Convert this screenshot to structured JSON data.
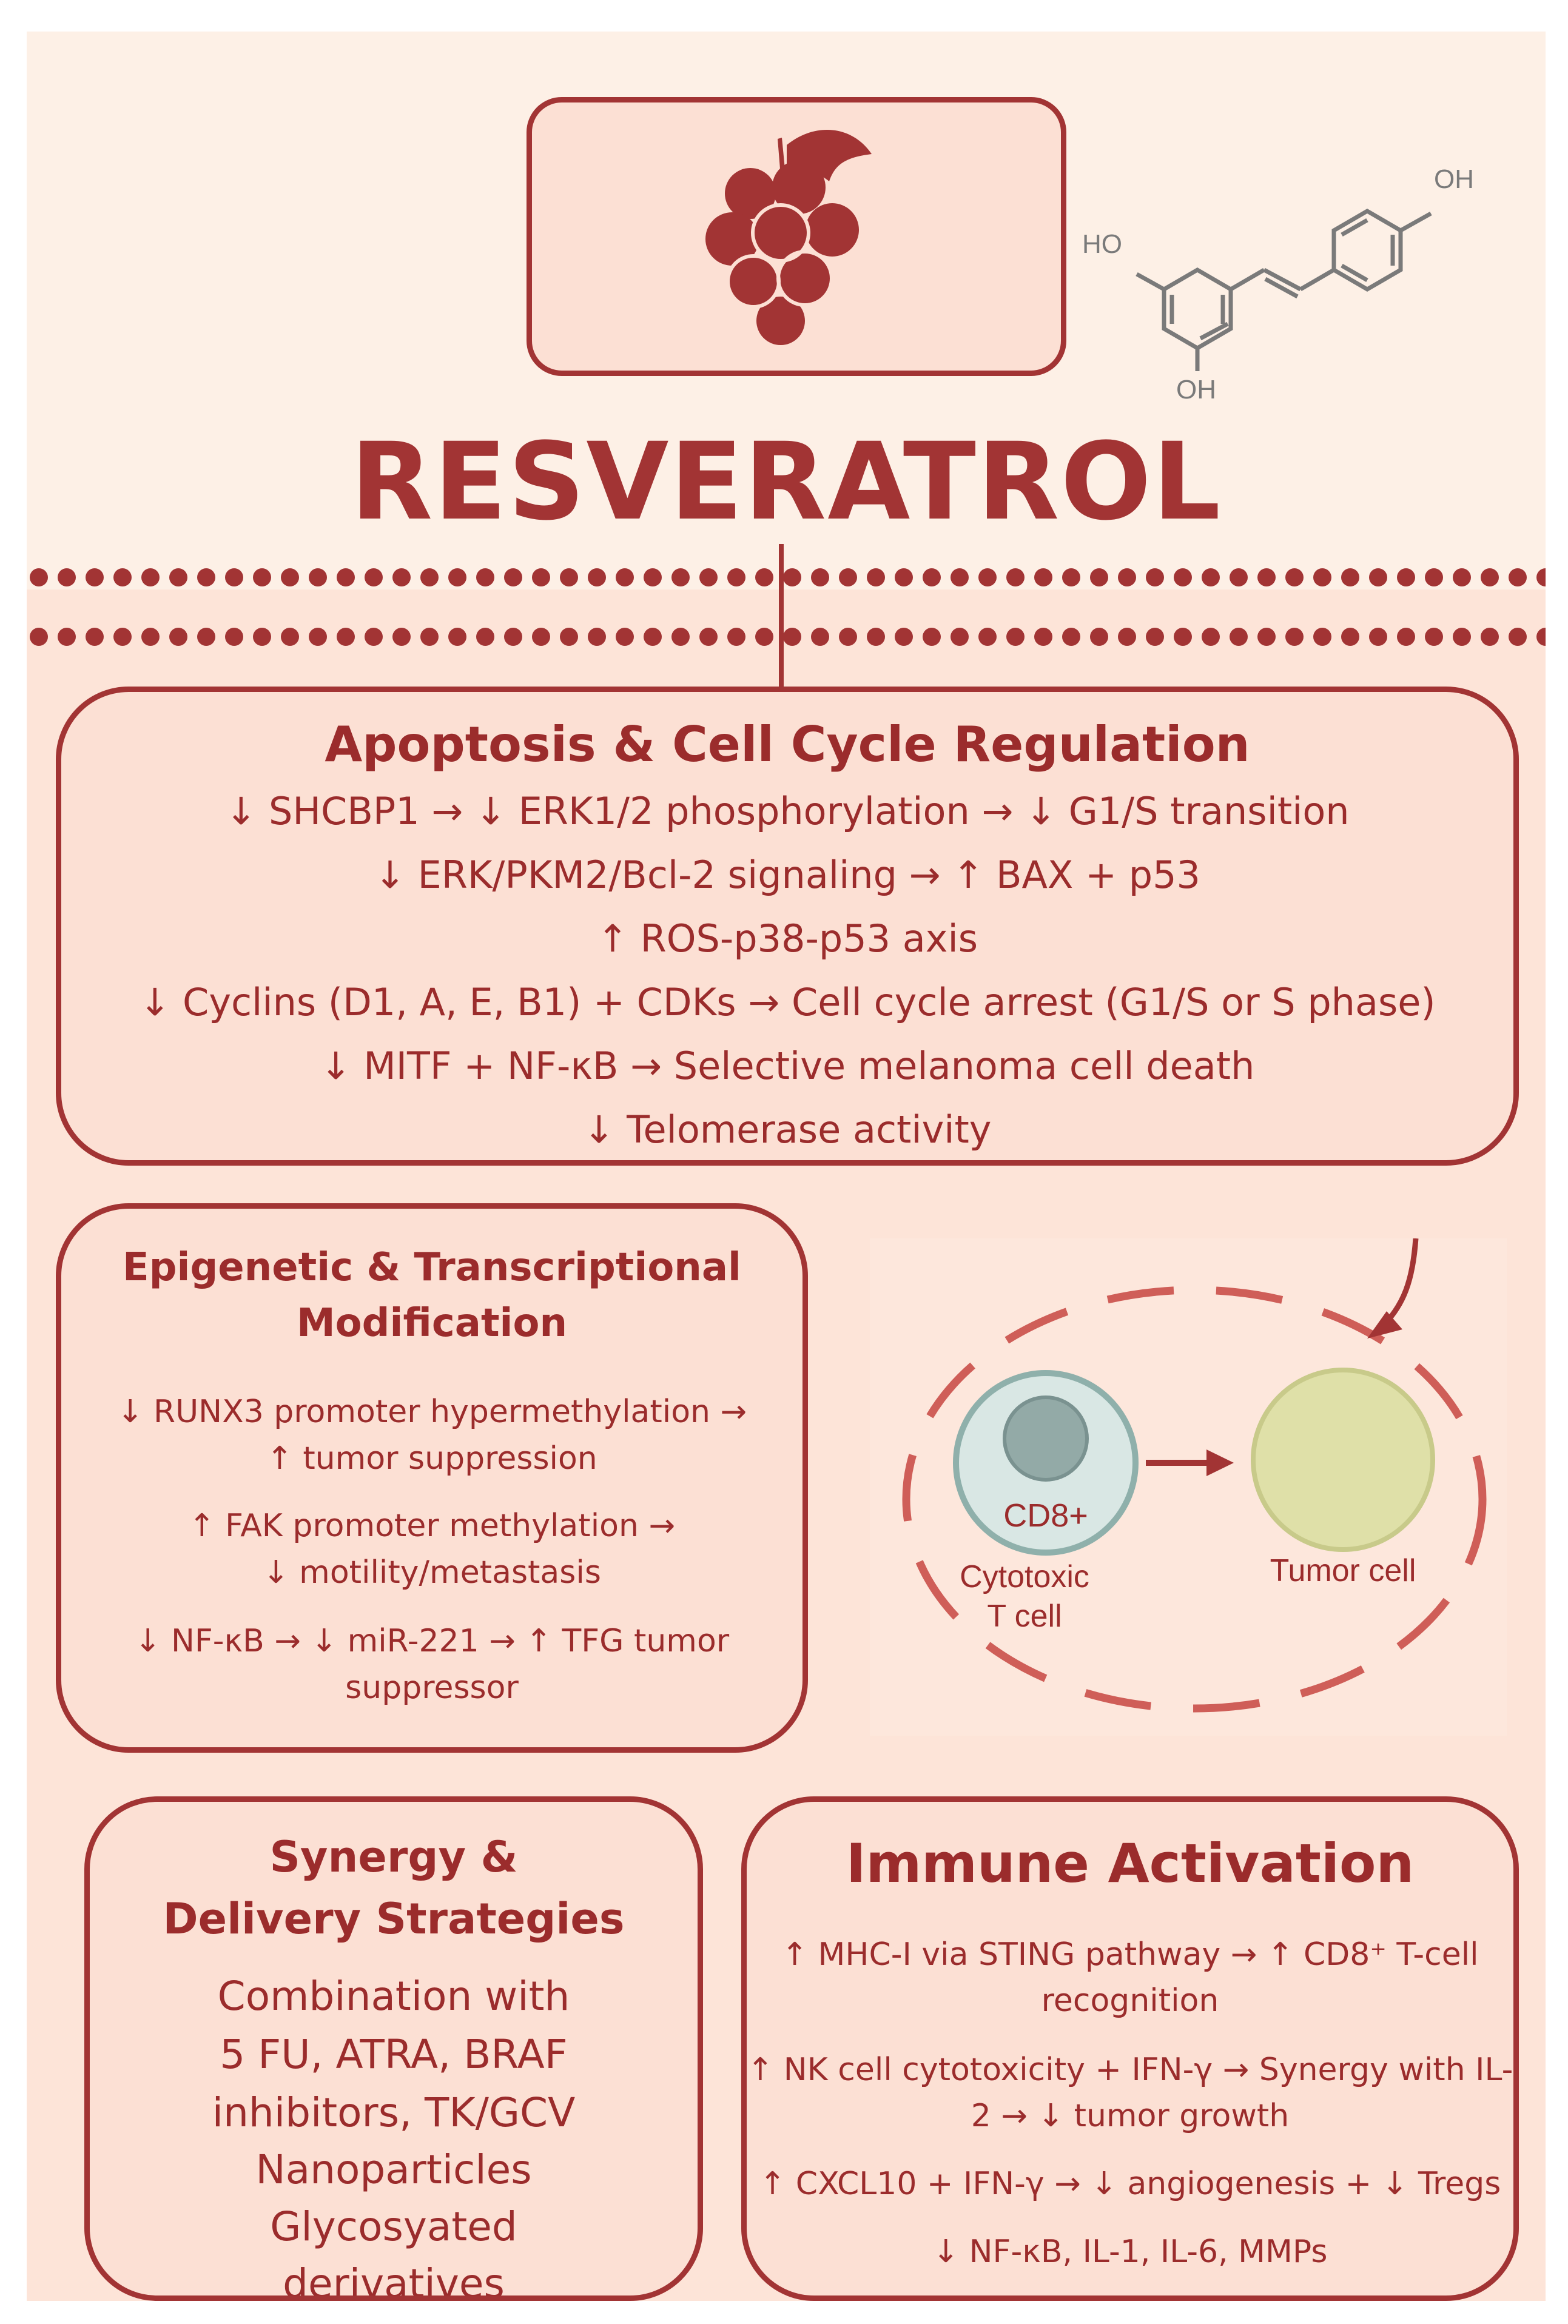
{
  "header": {
    "title": "RESVERATROL",
    "structure_labels": [
      "OH",
      "HO",
      "OH"
    ]
  },
  "panels": {
    "apoptosis": {
      "title": "Apoptosis & Cell Cycle Regulation",
      "lines": [
        "↓ SHCBP1 → ↓ ERK1/2 phosphorylation → ↓ G1/S transition",
        "↓ ERK/PKM2/Bcl-2 signaling → ↑ BAX + p53",
        "↑ ROS-p38-p53 axis",
        "↓ Cyclins (D1, A, E, B1) + CDKs → Cell cycle arrest (G1/S or S phase)",
        "↓ MITF + NF-κB → Selective melanoma cell death",
        "↓ Telomerase activity"
      ]
    },
    "epigenetic": {
      "title_lines": [
        "Epigenetic & Transcriptional",
        "Modification"
      ],
      "lines": [
        "↓ RUNX3 promoter hypermethylation →",
        "↑ tumor suppression",
        "↑ FAK promoter methylation →",
        "↓ motility/metastasis",
        "↓ NF-κB → ↓ miR-221 → ↑ TFG tumor",
        "suppressor"
      ]
    },
    "synergy": {
      "title_lines": [
        "Synergy &",
        "Delivery Strategies"
      ],
      "lines": [
        "Combination with",
        "5 FU, ATRA, BRAF",
        "inhibitors, TK/GCV",
        "Nanoparticles",
        "Glycosyated",
        "derivatives"
      ]
    },
    "immune": {
      "title": "Immune Activation",
      "lines": [
        "↑ MHC-I via STING pathway → ↑ CD8⁺ T-cell",
        "recognition",
        "↑ NK cell cytotoxicity + IFN-γ → Synergy with IL-",
        "2 → ↓ tumor growth",
        "↑ CXCL10 + IFN-γ → ↓ angiogenesis + ↓ Tregs",
        "↓ NF-κB, IL-1, IL-6, MMPs"
      ]
    }
  },
  "diagram": {
    "tcell_marker": "CD8+",
    "tcell_label_lines": [
      "Cytotoxic",
      "T cell"
    ],
    "tumor_label": "Tumor cell"
  },
  "colors": {
    "accent": "#a23434",
    "background": "#fde4d8",
    "header_background": "#fdf0e6",
    "tcell_fill": "#d9e7e4",
    "tcell_nucleus": "#93aaa7",
    "tumor_fill": "#dfe0a8"
  }
}
